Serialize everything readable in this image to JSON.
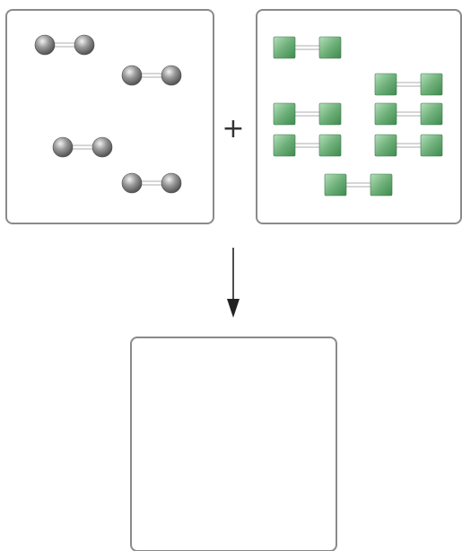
{
  "diagram": {
    "operator_symbol": "+",
    "reactant_left": {
      "molecule_count": 4,
      "shape": "sphere",
      "color": "#9a9a9a"
    },
    "reactant_right": {
      "molecule_count": 7,
      "shape": "cube",
      "color": "#6fb07a"
    },
    "product_box": {
      "molecule_count": 0
    },
    "colors": {
      "box_border": "#8a8a8a",
      "arrow": "#222222",
      "sphere_light": "#e0e0e0",
      "sphere_dark": "#555555",
      "cube_light": "#a9d9b0",
      "cube_dark": "#3f8a4f",
      "bond": "#b0b0b0"
    }
  }
}
